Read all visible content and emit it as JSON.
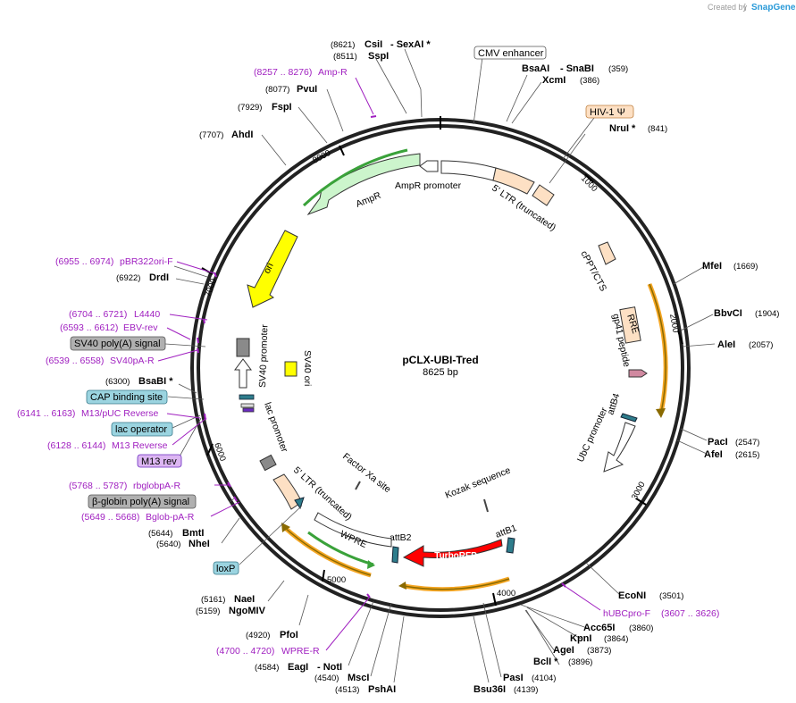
{
  "header": {
    "created_by": "Created by",
    "brand": "SnapGene"
  },
  "plasmid": {
    "name": "pCLX-UBI-Tred",
    "size": "8625 bp"
  },
  "colors": {
    "orange": "#f5a623",
    "green": "#3aa23a",
    "yellow": "#ffff00",
    "red": "#ff0000",
    "purple": "#a020c0",
    "tan": "#fde0c4",
    "teal": "#2e7d8c",
    "gray": "#8a8a8a",
    "ampr": "#ccf5cc"
  },
  "ticks": [
    "1000",
    "2000",
    "3000",
    "4000",
    "5000",
    "6000",
    "7000",
    "8000"
  ],
  "sites": {
    "csiI": {
      "name": "CsiI",
      "pos": "(8621)",
      "extra": "- SexAI *"
    },
    "sspI": {
      "name": "SspI",
      "pos": "(8511)"
    },
    "ampR_primer": {
      "name": "Amp-R",
      "pos": "(8257 .. 8276)"
    },
    "pvuI": {
      "name": "PvuI",
      "pos": "(8077)"
    },
    "fspI": {
      "name": "FspI",
      "pos": "(7929)"
    },
    "ahdI": {
      "name": "AhdI",
      "pos": "(7707)"
    },
    "pbr322": {
      "name": "pBR322ori-F",
      "pos": "(6955 .. 6974)"
    },
    "drdI": {
      "name": "DrdI",
      "pos": "(6922)"
    },
    "l4440": {
      "name": "L4440",
      "pos": "(6704 .. 6721)"
    },
    "ebv": {
      "name": "EBV-rev",
      "pos": "(6593 .. 6612)"
    },
    "sv40polyA": {
      "name": "SV40 poly(A) signal"
    },
    "sv40pA": {
      "name": "SV40pA-R",
      "pos": "(6539 .. 6558)"
    },
    "bsaBI": {
      "name": "BsaBI *",
      "pos": "(6300)"
    },
    "cap": {
      "name": "CAP binding site"
    },
    "m13puc": {
      "name": "M13/pUC Reverse",
      "pos": "(6141 .. 6163)"
    },
    "lacop": {
      "name": "lac operator"
    },
    "m13rev": {
      "name": "M13 Reverse",
      "pos": "(6128 .. 6144)"
    },
    "m13revbox": {
      "name": "M13 rev"
    },
    "rbglob": {
      "name": "rbglobpA-R",
      "pos": "(5768 .. 5787)"
    },
    "bglobin": {
      "name": "β-globin poly(A) signal"
    },
    "bglobpA": {
      "name": "Bglob-pA-R",
      "pos": "(5649 .. 5668)"
    },
    "bmtI": {
      "name": "BmtI",
      "pos": "(5644)"
    },
    "nheI": {
      "name": "NheI",
      "pos": "(5640)"
    },
    "loxP": {
      "name": "loxP"
    },
    "naeI": {
      "name": "NaeI",
      "pos": "(5161)"
    },
    "ngoMIV": {
      "name": "NgoMIV",
      "pos": "(5159)"
    },
    "pfoI": {
      "name": "PfoI",
      "pos": "(4920)"
    },
    "wpreR": {
      "name": "WPRE-R",
      "pos": "(4700 .. 4720)"
    },
    "eagI": {
      "name": "EagI",
      "pos": "(4584)",
      "extra": "- NotI"
    },
    "mscI": {
      "name": "MscI",
      "pos": "(4540)"
    },
    "pshAI": {
      "name": "PshAI",
      "pos": "(4513)"
    },
    "pasI": {
      "name": "PasI",
      "pos": "(4104)"
    },
    "bsu36I": {
      "name": "Bsu36I",
      "pos": "(4139)"
    },
    "bclI": {
      "name": "BclI *",
      "pos": "(3896)"
    },
    "ageI": {
      "name": "AgeI",
      "pos": "(3873)"
    },
    "kpnI": {
      "name": "KpnI",
      "pos": "(3864)"
    },
    "acc65I": {
      "name": "Acc65I",
      "pos": "(3860)"
    },
    "hubc": {
      "name": "hUBCpro-F",
      "pos": "(3607 .. 3626)"
    },
    "ecoNI": {
      "name": "EcoNI",
      "pos": "(3501)"
    },
    "afeI": {
      "name": "AfeI",
      "pos": "(2615)"
    },
    "pacI": {
      "name": "PacI",
      "pos": "(2547)"
    },
    "aleI": {
      "name": "AleI",
      "pos": "(2057)"
    },
    "bbvCI": {
      "name": "BbvCI",
      "pos": "(1904)"
    },
    "mfeI": {
      "name": "MfeI",
      "pos": "(1669)"
    },
    "nruI": {
      "name": "NruI *",
      "pos": "(841)"
    },
    "hiv": {
      "name": "HIV-1 Ψ"
    },
    "bsaAI": {
      "name": "BsaAI",
      "pos": "(359)",
      "extra": "- SnaBI"
    },
    "xcmI": {
      "name": "XcmI",
      "pos": "(386)"
    },
    "cmv": {
      "name": "CMV enhancer"
    }
  },
  "features": {
    "ampr": "AmpR",
    "ampr_promoter": "AmpR promoter",
    "ltr5_top": "5' LTR (truncated)",
    "cppt": "cPPT/CTS",
    "rre": "RRE",
    "gp41": "gp41 peptide",
    "attb4": "attB4",
    "ubc": "UbC promoter",
    "attb1": "attB1",
    "kozak": "Kozak sequence",
    "turborfp": "TurboRFP",
    "attb2": "attB2",
    "wpre": "WPRE",
    "ltr5_bottom": "5' LTR (truncated)",
    "factorxa": "Factor Xa site",
    "lac_promoter": "lac promoter",
    "sv40_promoter": "SV40 promoter",
    "sv40_ori": "SV40 ori",
    "ori": "ori"
  }
}
